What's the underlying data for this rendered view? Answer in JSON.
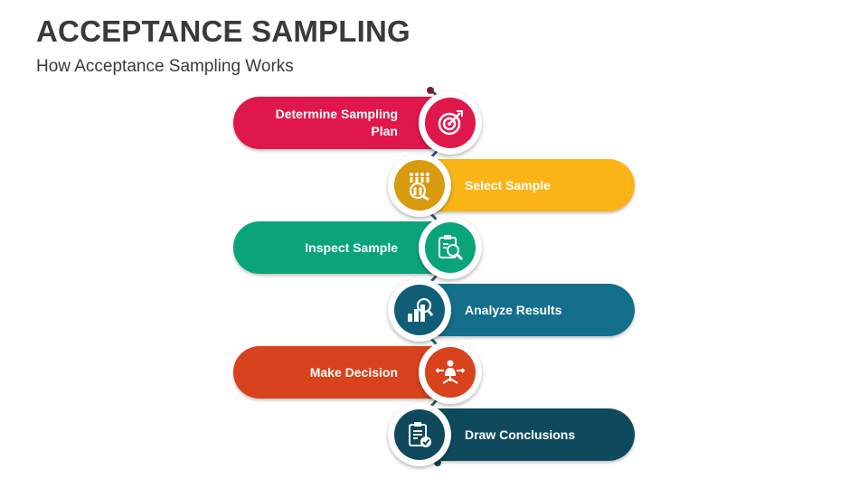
{
  "header": {
    "title": "ACCEPTANCE SAMPLING",
    "subtitle": "How Acceptance Sampling Works"
  },
  "steps": [
    {
      "label": "Determine Sampling Plan",
      "color": "#e0174a",
      "icon": "target-icon"
    },
    {
      "label": "Select Sample",
      "color": "#fbb416",
      "icon": "people-search-icon"
    },
    {
      "label": "Inspect Sample",
      "color": "#0aa47a",
      "icon": "clipboard-magnifier-icon"
    },
    {
      "label": "Analyze Results",
      "color": "#146f8c",
      "icon": "bar-chart-magnifier-icon"
    },
    {
      "label": "Make Decision",
      "color": "#d8421c",
      "icon": "person-decision-icon"
    },
    {
      "label": "Draw Conclusions",
      "color": "#0e4a5c",
      "icon": "checklist-icon"
    }
  ]
}
